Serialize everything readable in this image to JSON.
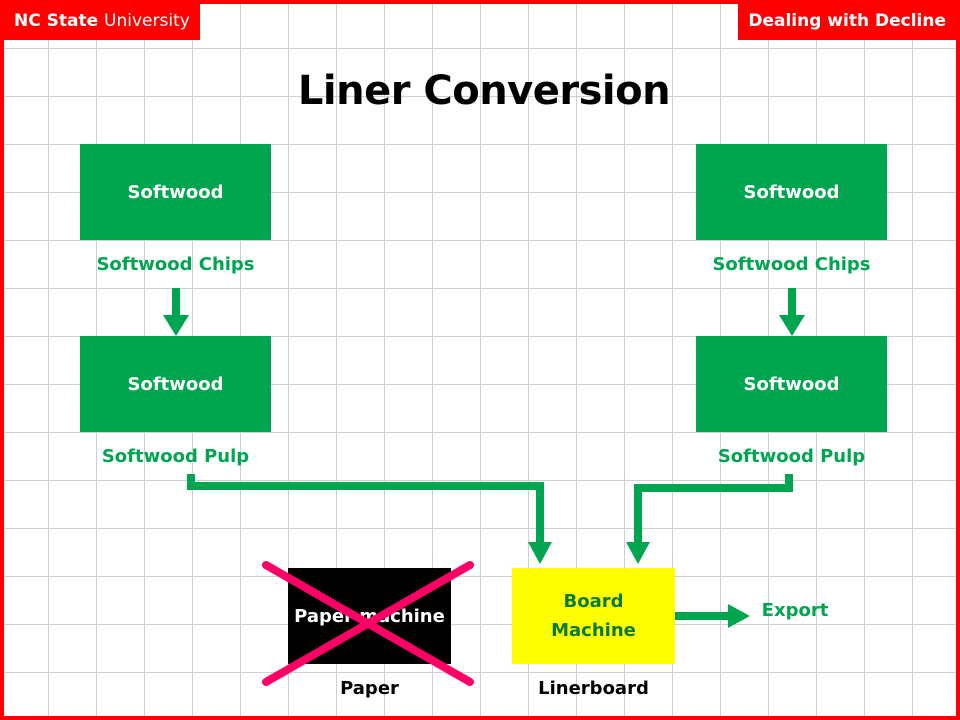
{
  "header": {
    "university_bold": "NC State",
    "university_rest": "University",
    "topic": "Dealing with Decline"
  },
  "title": "Liner Conversion",
  "left_chain": {
    "top_box": "Softwood",
    "top_label": "Softwood Chips",
    "bottom_box": "Softwood",
    "bottom_label": "Softwood Pulp"
  },
  "right_chain": {
    "top_box": "Softwood",
    "top_label": "Softwood Chips",
    "bottom_box": "Softwood",
    "bottom_label": "Softwood Pulp"
  },
  "paper_machine": {
    "label": "Paper machine",
    "product": "Paper",
    "crossed_out": true
  },
  "board_machine": {
    "line1": "Board",
    "line2": "Machine",
    "product": "Linerboard"
  },
  "export_label": "Export",
  "colors": {
    "frame_red": "#ff0000",
    "flow_green": "#00a550",
    "board_yellow": "#ffff00",
    "cross_pink": "#ff0066"
  }
}
